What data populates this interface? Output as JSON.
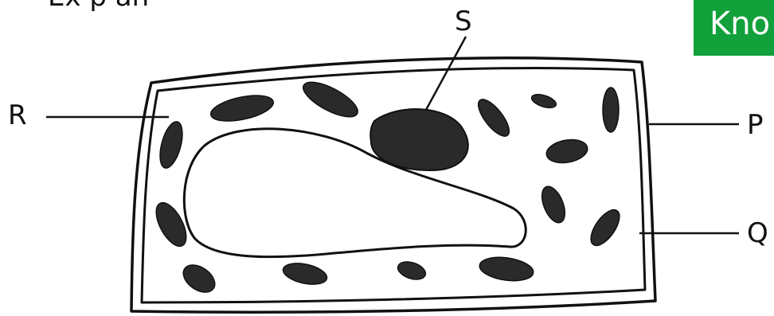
{
  "heading_fragment": "Ex p an",
  "badge": {
    "text": "Kno",
    "color": "#12a03a"
  },
  "labels": {
    "s": "S",
    "r": "R",
    "p": "P",
    "q": "Q"
  }
}
